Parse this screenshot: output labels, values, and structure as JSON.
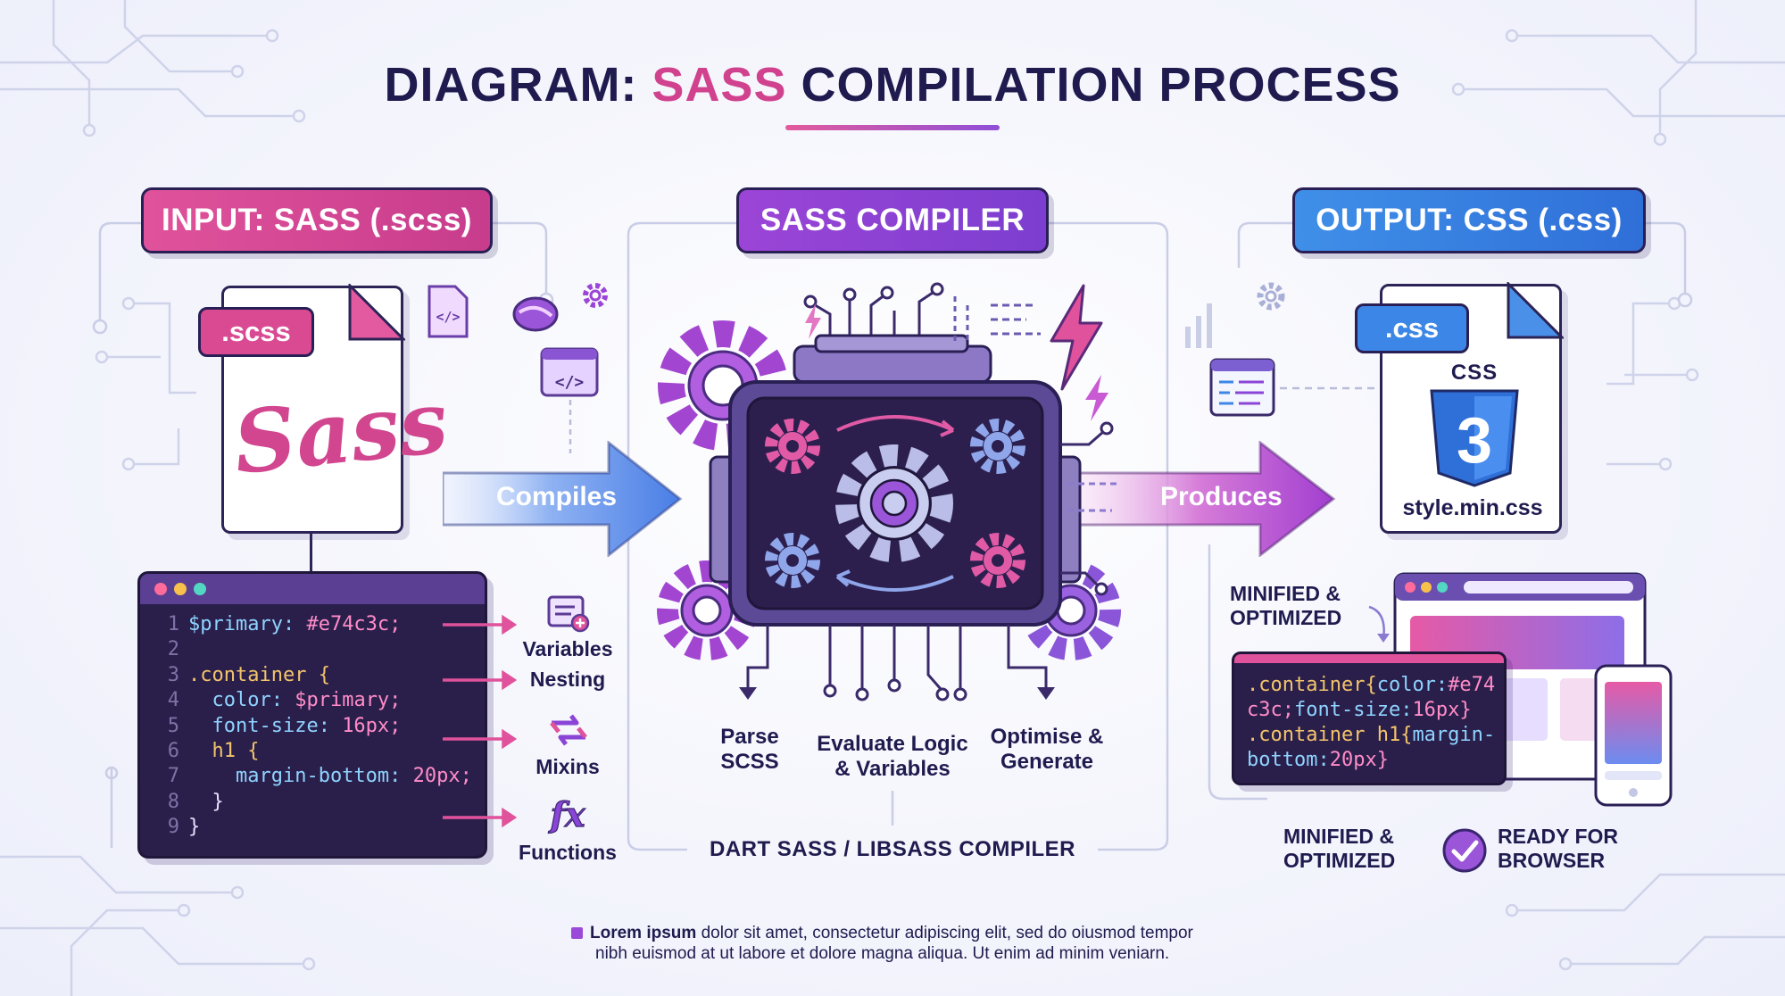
{
  "title": {
    "prefix": "DIAGRAM: ",
    "accent": "SASS",
    "suffix": " COMPILATION PROCESS"
  },
  "sections": {
    "input": "INPUT: SASS (.scss)",
    "compiler": "SASS COMPILER",
    "output": "OUTPUT: CSS (.css)"
  },
  "input_file": {
    "tag": ".scss",
    "logo_text": "Sass"
  },
  "input_code": [
    {
      "n": "1",
      "parts": [
        {
          "t": "$primary: ",
          "c": "prop"
        },
        {
          "t": "#e74c3c;",
          "c": "val"
        }
      ]
    },
    {
      "n": "2",
      "parts": []
    },
    {
      "n": "3",
      "parts": [
        {
          "t": ".container {",
          "c": "sel"
        }
      ]
    },
    {
      "n": "4",
      "parts": [
        {
          "t": "  color: ",
          "c": "prop"
        },
        {
          "t": "$primary;",
          "c": "val"
        }
      ]
    },
    {
      "n": "5",
      "parts": [
        {
          "t": "  font-size: ",
          "c": "prop"
        },
        {
          "t": "16px;",
          "c": "val"
        }
      ]
    },
    {
      "n": "6",
      "parts": [
        {
          "t": "  h1 {",
          "c": "sel"
        }
      ]
    },
    {
      "n": "7",
      "parts": [
        {
          "t": "    margin-bottom: ",
          "c": "prop"
        },
        {
          "t": "20px;",
          "c": "val"
        }
      ]
    },
    {
      "n": "8",
      "parts": [
        {
          "t": "  }",
          "c": "plain"
        }
      ]
    },
    {
      "n": "9",
      "parts": [
        {
          "t": "}",
          "c": "plain"
        }
      ]
    }
  ],
  "features": [
    "Variables",
    "Nesting",
    "Mixins",
    "Functions"
  ],
  "arrows": {
    "compiles": "Compiles",
    "produces": "Produces"
  },
  "compiler_steps": [
    {
      "line1": "Parse",
      "line2": "SCSS"
    },
    {
      "line1": "Evaluate Logic",
      "line2": "& Variables"
    },
    {
      "line1": "Optimise &",
      "line2": "Generate"
    }
  ],
  "compiler_engine": "DART SASS / LIBSASS COMPILER",
  "output_file": {
    "tag": ".css",
    "logo_word": "CSS",
    "logo_digit": "3",
    "filename": "style.min.css"
  },
  "output_code": [
    [
      {
        "t": ".container{",
        "c": "sel"
      },
      {
        "t": "color:",
        "c": "prop"
      },
      {
        "t": "#e74",
        "c": "val"
      }
    ],
    [
      {
        "t": "c3c;",
        "c": "val"
      },
      {
        "t": "font-size:",
        "c": "prop"
      },
      {
        "t": "16px}",
        "c": "val"
      }
    ],
    [
      {
        "t": ".container h1{",
        "c": "sel"
      },
      {
        "t": "margin-",
        "c": "prop"
      }
    ],
    [
      {
        "t": "bottom:",
        "c": "prop"
      },
      {
        "t": "20px}",
        "c": "val"
      }
    ]
  ],
  "output_notes": {
    "minified_top_1": "MINIFIED &",
    "minified_top_2": "OPTIMIZED",
    "minified_bottom_1": "MINIFIED &",
    "minified_bottom_2": "OPTIMIZED",
    "ready_1": "READY FOR",
    "ready_2": "BROWSER"
  },
  "footer": {
    "bold": "Lorem ipsum",
    "text1": " dolor sit amet, consectetur adipiscing elit, sed do oiusmod tempor",
    "text2": "nibh euismod at ut labore et dolore magna aliqua. Ut enim ad minim veniarn."
  },
  "colors": {
    "pink": "#d94a93",
    "purple": "#8a45d6",
    "blue": "#3b86e6",
    "navy": "#1f1b4f"
  },
  "icons": [
    "code-file-icon",
    "sass-glasses-icon",
    "gear-icon",
    "code-window-icon",
    "css-window-icon",
    "lightning-icon",
    "checkmark-icon",
    "function-icon",
    "mixin-icon",
    "variables-icon"
  ]
}
